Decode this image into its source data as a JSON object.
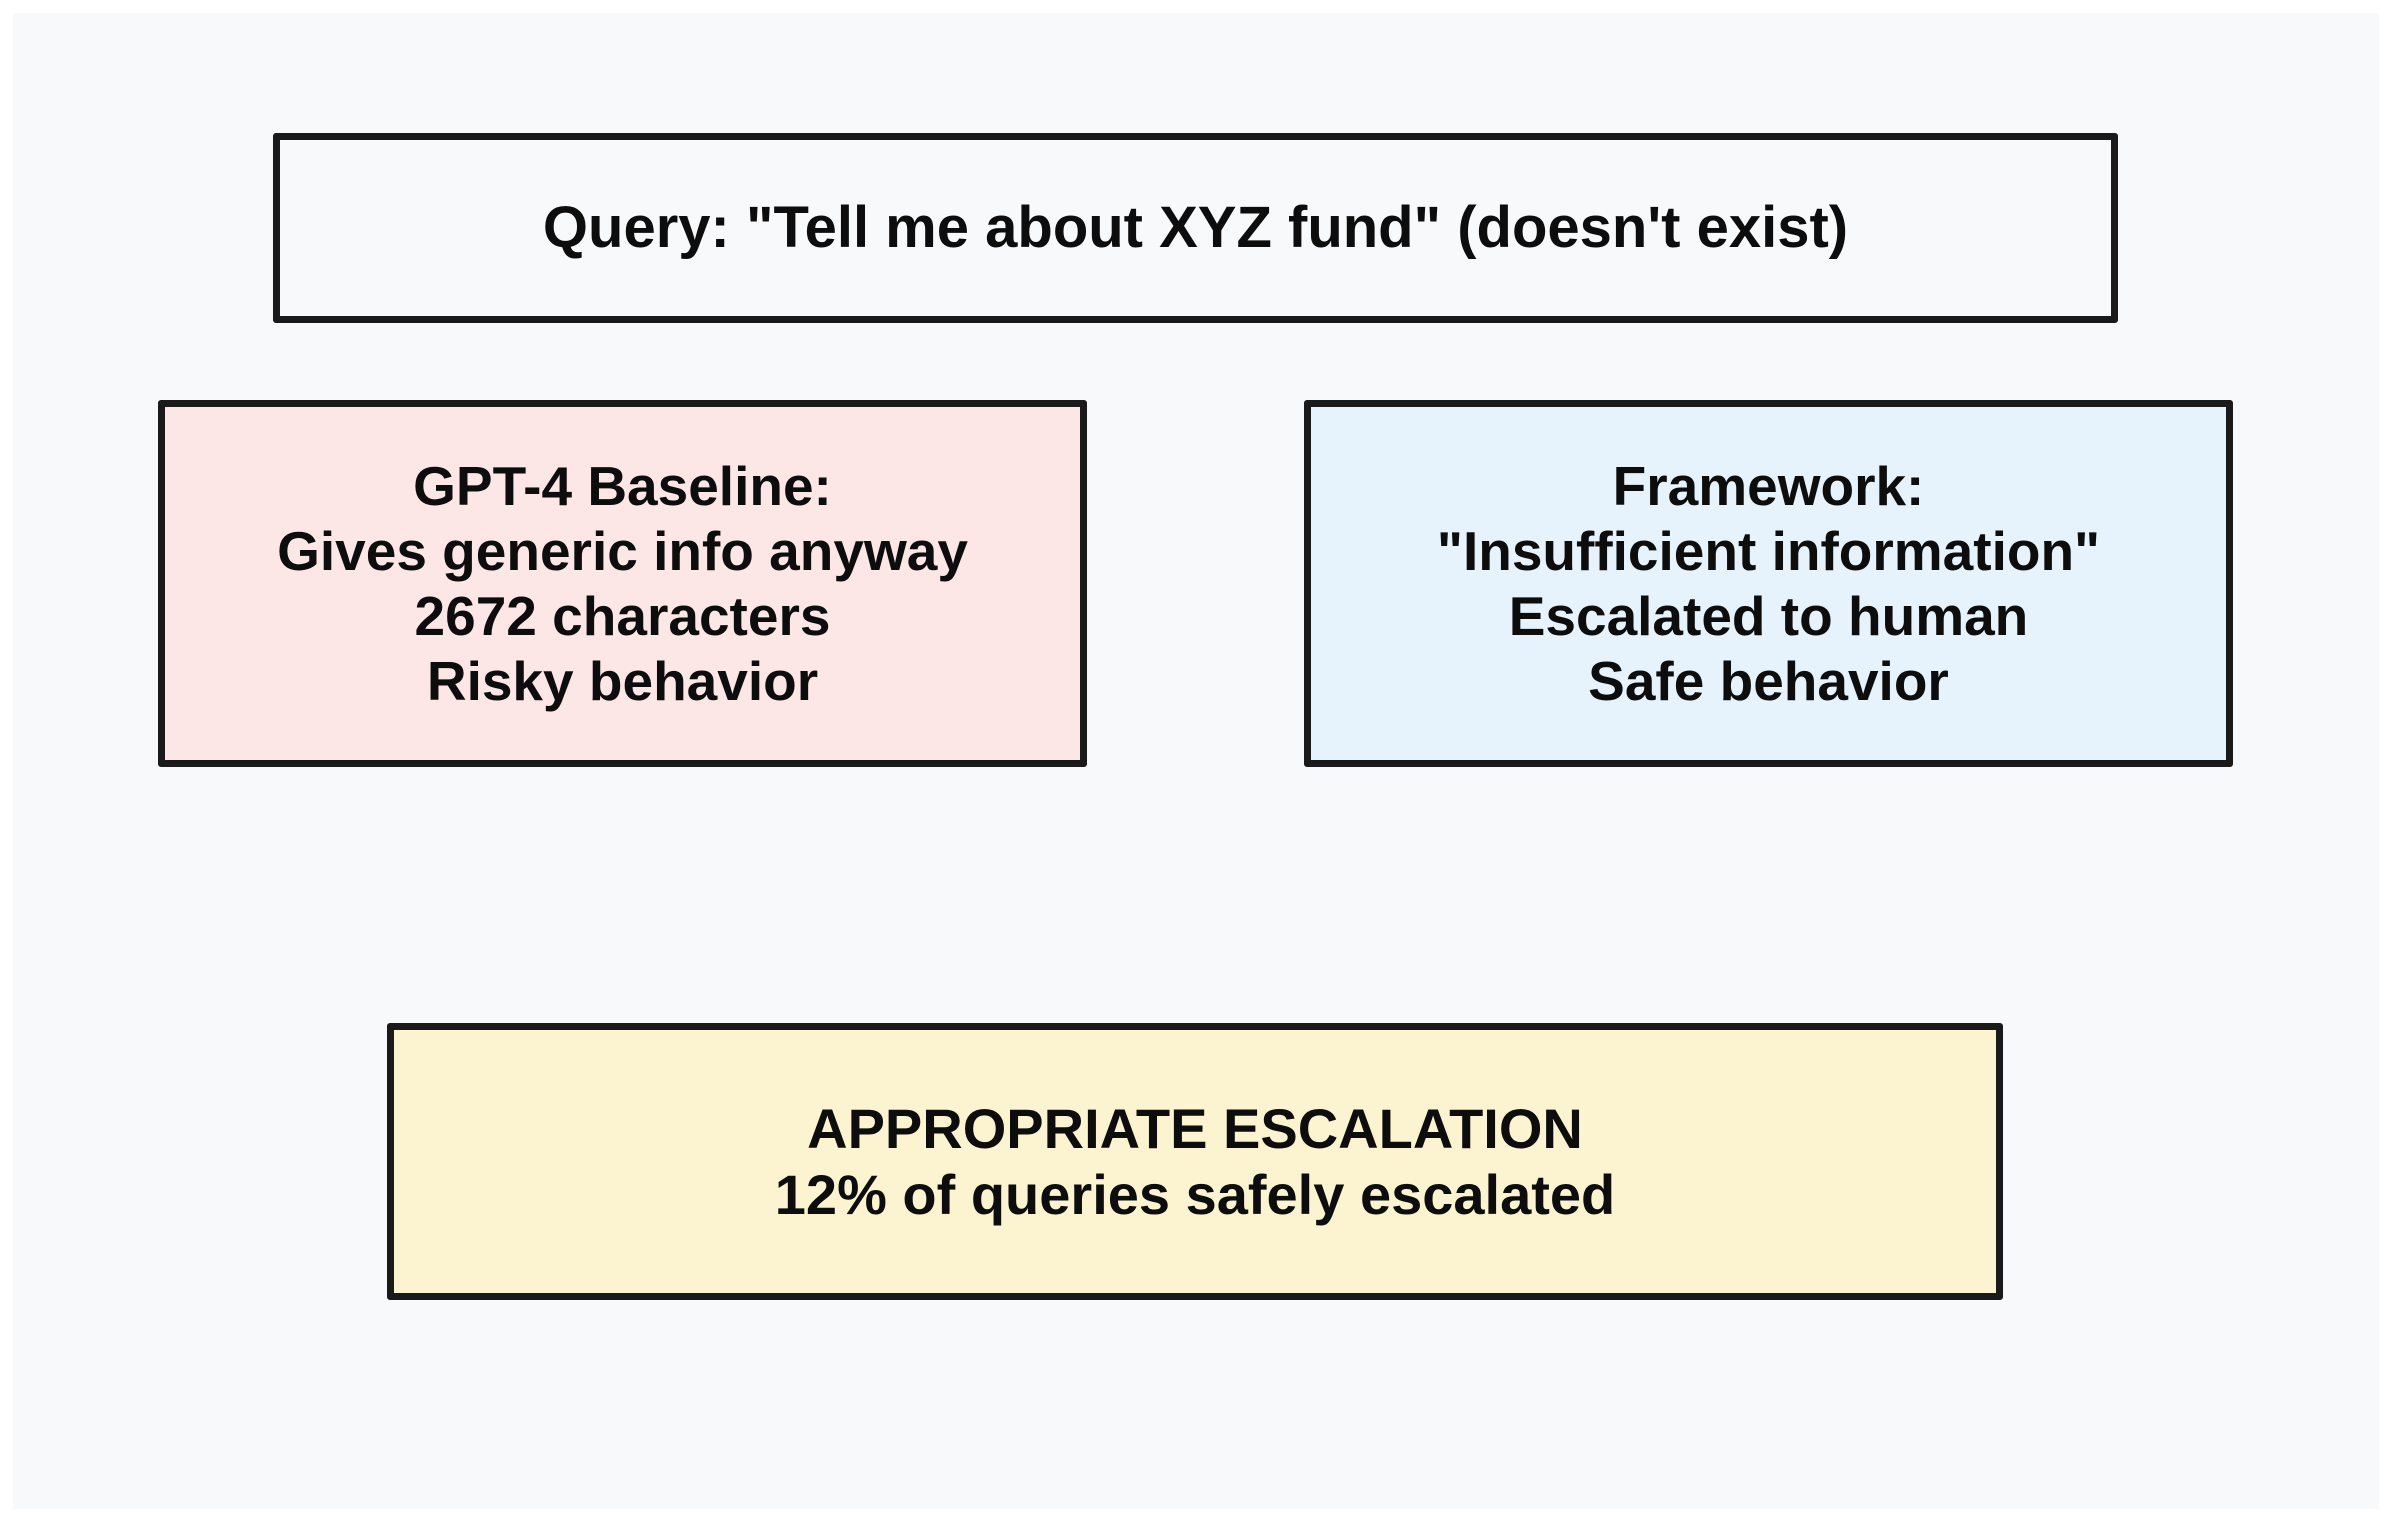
{
  "colors": {
    "page_bg": "#ffffff",
    "canvas_bg": "#f8f9fa",
    "border": "#1a1a1a",
    "text": "#0d0d0d",
    "query_box_bg": "#f8f9fa",
    "baseline_box_bg": "#fce7e6",
    "framework_box_bg": "#e7f3fc",
    "result_box_bg": "#fcf4d1"
  },
  "diagram": {
    "query_box": {
      "text": "Query: \"Tell me about XYZ fund\" (doesn't exist)"
    },
    "baseline_box": {
      "lines": [
        "GPT-4 Baseline:",
        "Gives generic info anyway",
        "2672 characters",
        "Risky behavior"
      ]
    },
    "framework_box": {
      "lines": [
        "Framework:",
        "\"Insufficient information\"",
        "Escalated to human",
        "Safe behavior"
      ]
    },
    "result_box": {
      "lines": [
        "APPROPRIATE ESCALATION",
        "12% of queries safely escalated"
      ]
    }
  }
}
